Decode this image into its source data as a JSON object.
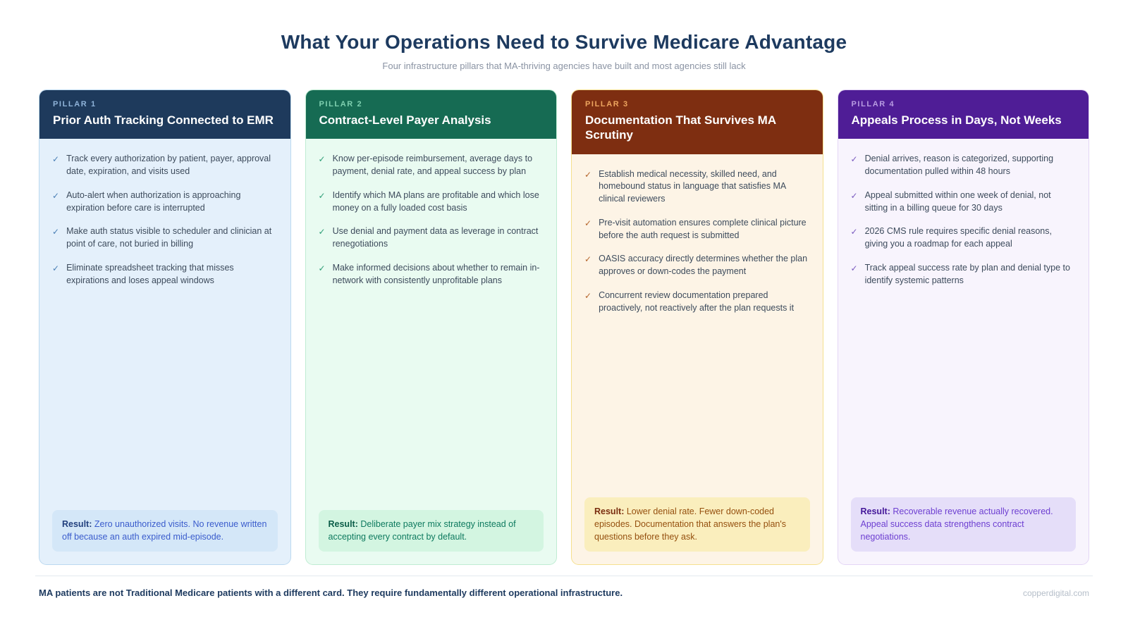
{
  "page": {
    "title": "What Your Operations Need to Survive Medicare Advantage",
    "subtitle": "Four infrastructure pillars that MA-thriving agencies have built and most agencies still lack"
  },
  "icons": {
    "check_glyph": "✓"
  },
  "pillars": [
    {
      "label": "PILLAR 1",
      "title": "Prior Auth Tracking Connected to EMR",
      "bullets": [
        "Track every authorization by patient, payer, approval date, expiration, and visits used",
        "Auto-alert when authorization is approaching expiration before care is interrupted",
        "Make auth status visible to scheduler and clinician at point of care, not buried in billing",
        "Eliminate spreadsheet tracking that misses expirations and loses appeal windows"
      ],
      "result_label": "Result:",
      "result_text": "Zero unauthorized visits. No revenue written off because an auth expired mid-episode.",
      "colors": {
        "header_bg": "#1e3a5c",
        "label": "#8fb3d9",
        "body_bg": "#e4f0fb",
        "border": "#bcd9f0",
        "check": "#4a7fb5",
        "result_bg": "#d4e7f8",
        "result_text": "#3a5ccc",
        "result_label": "#22407e"
      }
    },
    {
      "label": "PILLAR 2",
      "title": "Contract-Level Payer Analysis",
      "bullets": [
        "Know per-episode reimbursement, average days to payment, denial rate, and appeal success by plan",
        "Identify which MA plans are profitable and which lose money on a fully loaded cost basis",
        "Use denial and payment data as leverage in contract renegotiations",
        "Make informed decisions about whether to remain in-network with consistently unprofitable plans"
      ],
      "result_label": "Result:",
      "result_text": "Deliberate payer mix strategy instead of accepting every contract by default.",
      "colors": {
        "header_bg": "#166b53",
        "label": "#7fd0b0",
        "body_bg": "#e9fbf1",
        "border": "#bfecd2",
        "check": "#2f9e77",
        "result_bg": "#d3f5e1",
        "result_text": "#0e7a5f",
        "result_label": "#0b5d48"
      }
    },
    {
      "label": "PILLAR 3",
      "title": "Documentation That Survives MA Scrutiny",
      "bullets": [
        "Establish medical necessity, skilled need, and homebound status in language that satisfies MA clinical reviewers",
        "Pre-visit automation ensures complete clinical picture before the auth request is submitted",
        "OASIS accuracy directly determines whether the plan approves or down-codes the payment",
        "Concurrent review documentation prepared proactively, not reactively after the plan requests it"
      ],
      "result_label": "Result:",
      "result_text": "Lower denial rate. Fewer down-coded episodes. Documentation that answers the plan's questions before they ask.",
      "colors": {
        "header_bg": "#7e2e11",
        "label": "#eda55f",
        "body_bg": "#fdf4e6",
        "border": "#f5e08e",
        "check": "#b5652c",
        "result_bg": "#faeebd",
        "result_text": "#95500f",
        "result_label": "#7a2e10"
      }
    },
    {
      "label": "PILLAR 4",
      "title": "Appeals Process in Days, Not Weeks",
      "bullets": [
        "Denial arrives, reason is categorized, supporting documentation pulled within 48 hours",
        "Appeal submitted within one week of denial, not sitting in a billing queue for 30 days",
        "2026 CMS rule requires specific denial reasons, giving you a roadmap for each appeal",
        "Track appeal success rate by plan and denial type to identify systemic patterns"
      ],
      "result_label": "Result:",
      "result_text": "Recoverable revenue actually recovered. Appeal success data strengthens contract negotiations.",
      "colors": {
        "header_bg": "#4f1d96",
        "label": "#b89ce2",
        "body_bg": "#f8f4fd",
        "border": "#e4d6f5",
        "check": "#7a5abf",
        "result_bg": "#e5def9",
        "result_text": "#6d3fd1",
        "result_label": "#45189a"
      }
    }
  ],
  "footer": {
    "statement": "MA patients are not Traditional Medicare patients with a different card. They require fundamentally different operational infrastructure.",
    "site": "copperdigital.com"
  }
}
